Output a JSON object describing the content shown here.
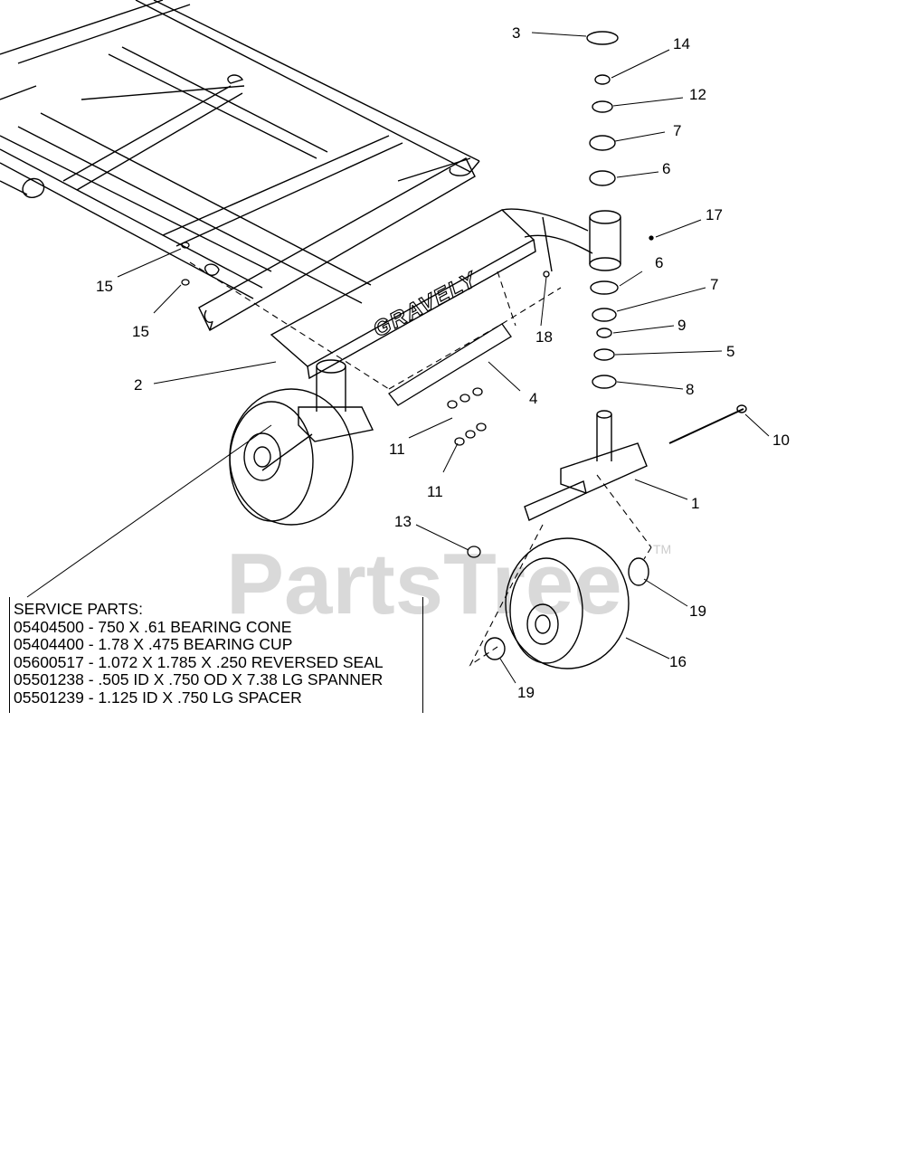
{
  "brand_text": "GRAVELY",
  "watermark": {
    "text": "PartsTree",
    "tm": "TM"
  },
  "callouts": {
    "c1": "1",
    "c2": "2",
    "c3": "3",
    "c4": "4",
    "c5": "5",
    "c6a": "6",
    "c6b": "6",
    "c7a": "7",
    "c7b": "7",
    "c8": "8",
    "c9": "9",
    "c10": "10",
    "c11a": "11",
    "c11b": "11",
    "c12": "12",
    "c13": "13",
    "c14": "14",
    "c15a": "15",
    "c15b": "15",
    "c16": "16",
    "c17": "17",
    "c18": "18",
    "c19a": "19",
    "c19b": "19"
  },
  "service_parts": {
    "title": "SERVICE PARTS:",
    "items": [
      "05404500 - 750 X .61 BEARING CONE",
      "05404400 - 1.78 X .475 BEARING CUP",
      "05600517 - 1.072 X 1.785 X .250 REVERSED SEAL",
      "05501238 - .505 ID X .750 OD X 7.38 LG SPANNER",
      "05501239 - 1.125 ID X .750 LG SPACER"
    ]
  }
}
